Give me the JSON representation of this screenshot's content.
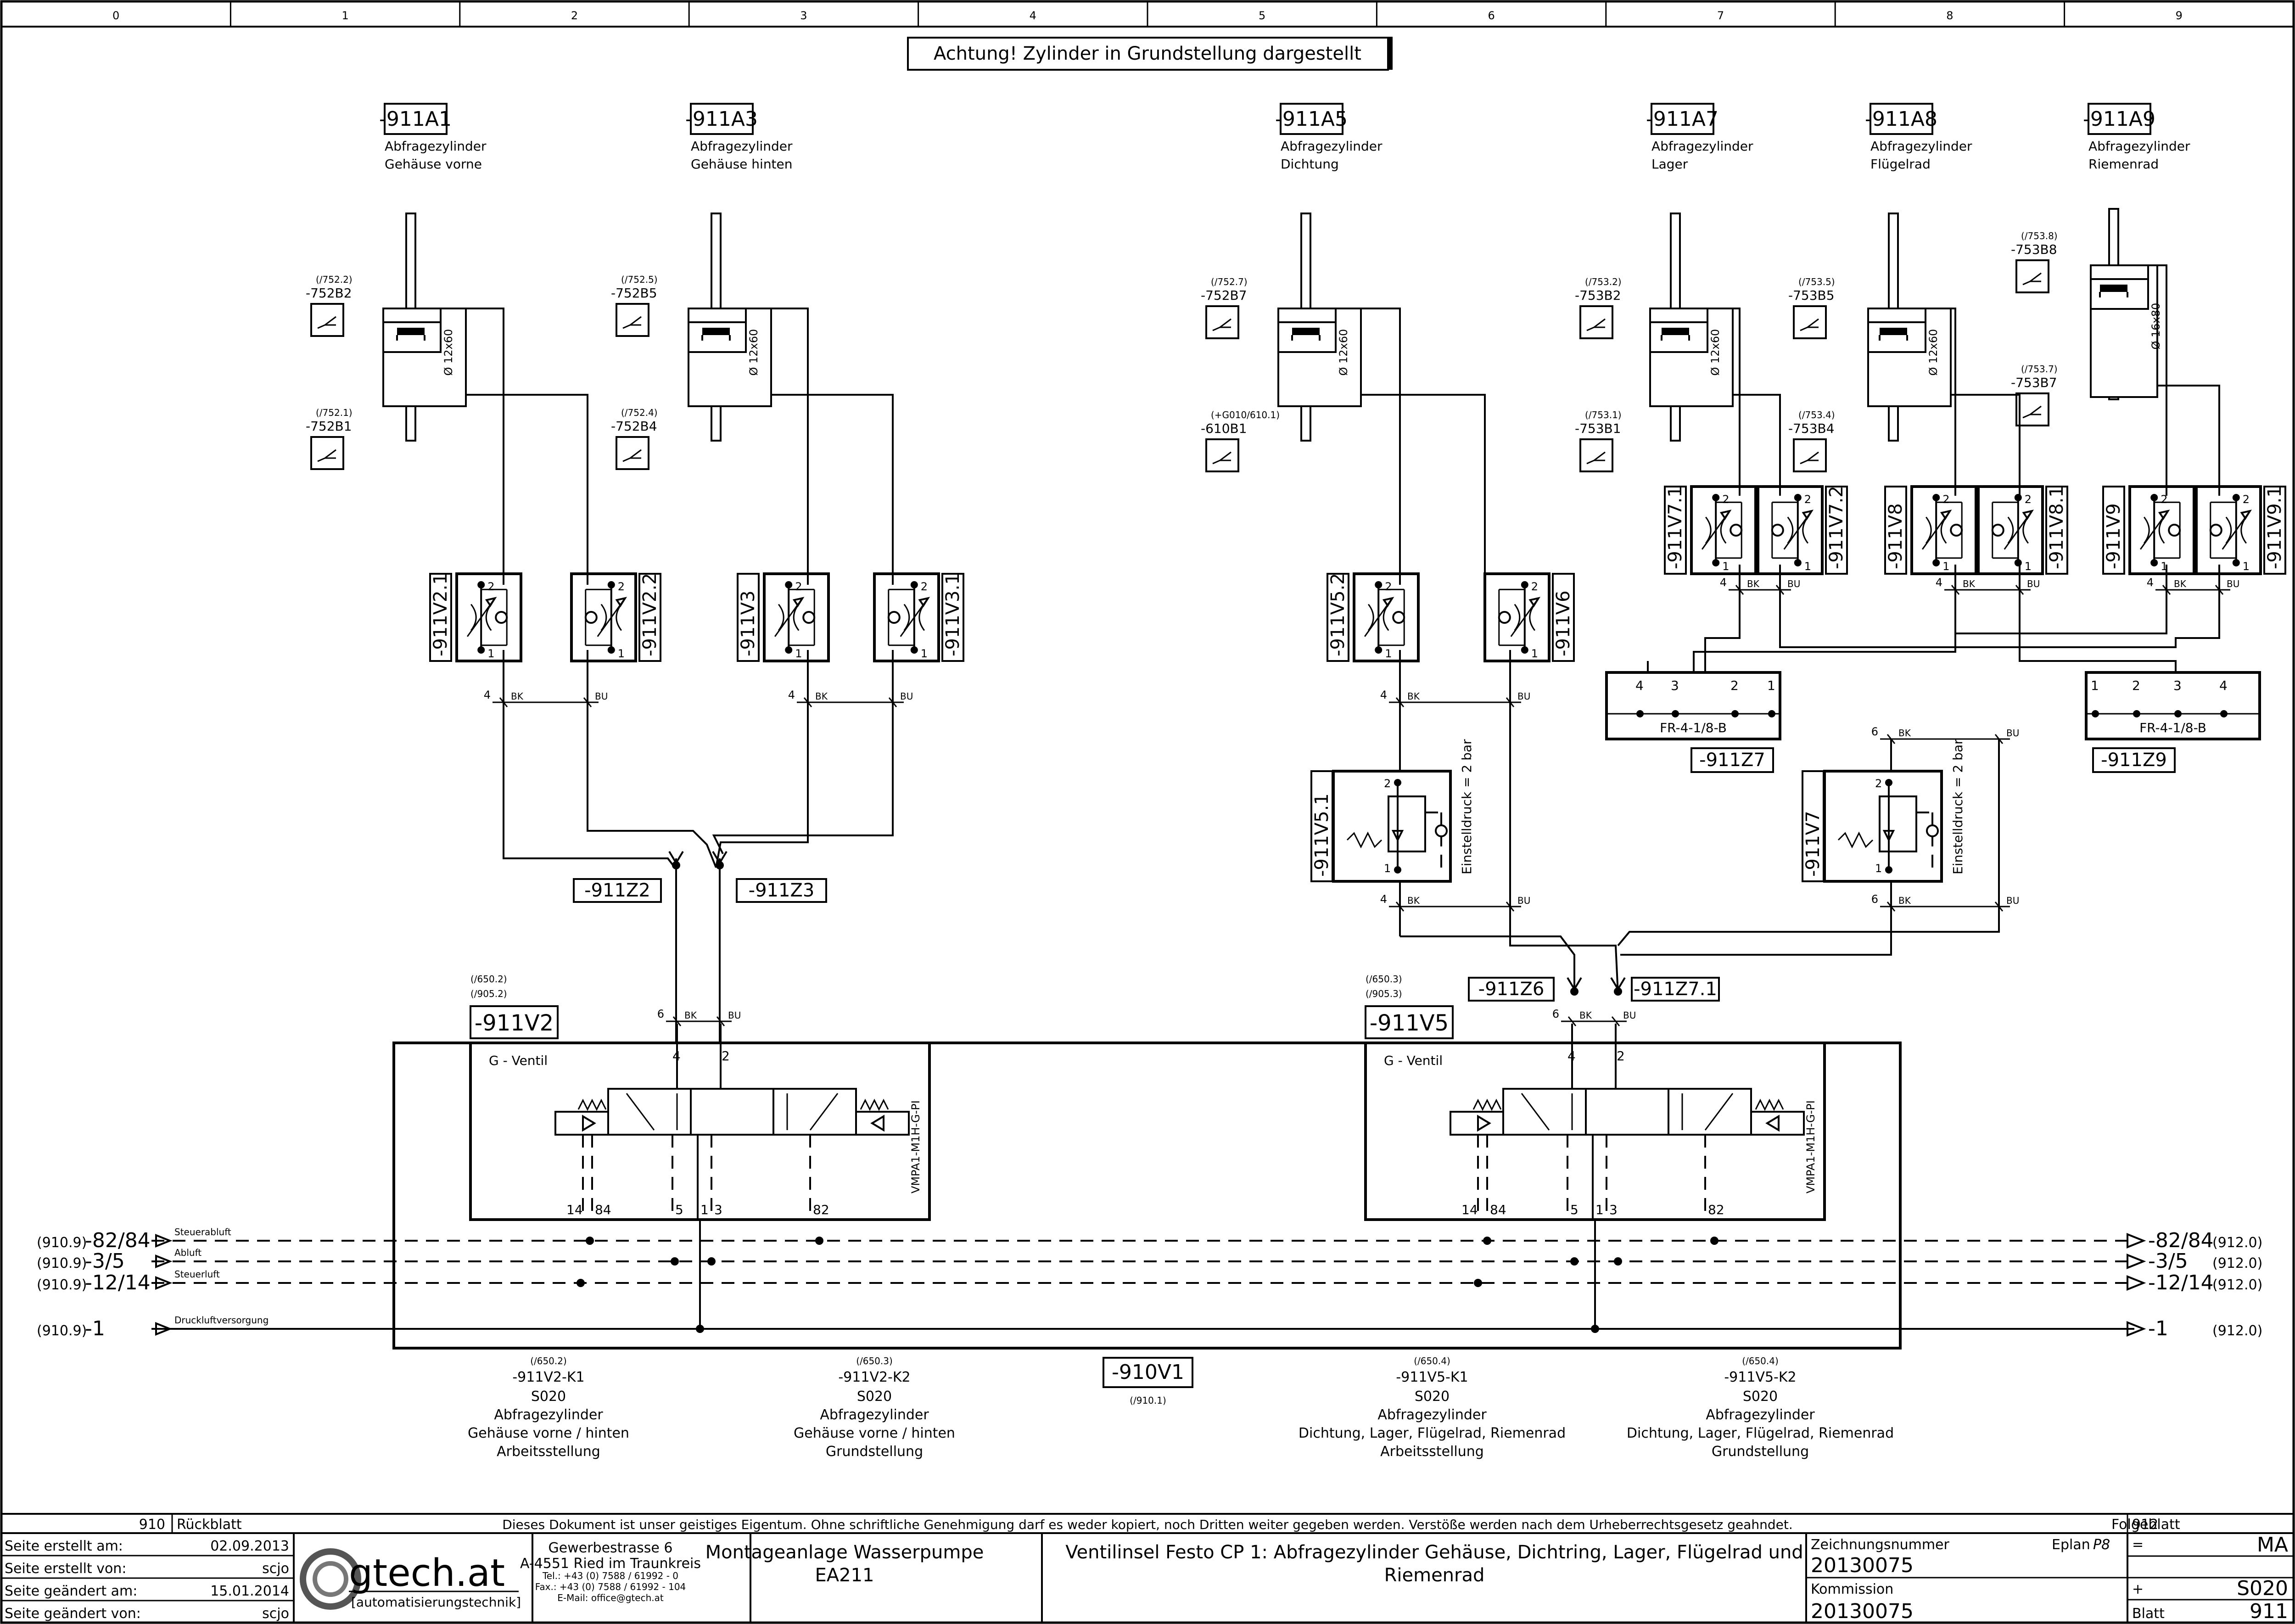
{
  "grid_columns": [
    "0",
    "1",
    "2",
    "3",
    "4",
    "5",
    "6",
    "7",
    "8",
    "9"
  ],
  "banner": "Achtung! Zylinder in Grundstellung dargestellt",
  "cylinders": [
    {
      "tag": "-911A1",
      "line1": "Abfragezylinder",
      "line2": "Gehäuse vorne",
      "dia": "Ø 12x60"
    },
    {
      "tag": "-911A3",
      "line1": "Abfragezylinder",
      "line2": "Gehäuse hinten",
      "dia": "Ø 12x60"
    },
    {
      "tag": "-911A5",
      "line1": "Abfragezylinder",
      "line2": "Dichtung",
      "dia": "Ø 12x60"
    },
    {
      "tag": "-911A7",
      "line1": "Abfragezylinder",
      "line2": "Lager",
      "dia": "Ø 12x60"
    },
    {
      "tag": "-911A8",
      "line1": "Abfragezylinder",
      "line2": "Flügelrad",
      "dia": "Ø 12x60"
    },
    {
      "tag": "-911A9",
      "line1": "Abfragezylinder",
      "line2": "Riemenrad",
      "dia": "Ø 16x80"
    }
  ],
  "sensors": [
    {
      "ref": "(/752.2)",
      "tag": "-752B2"
    },
    {
      "ref": "(/752.1)",
      "tag": "-752B1"
    },
    {
      "ref": "(/752.5)",
      "tag": "-752B5"
    },
    {
      "ref": "(/752.4)",
      "tag": "-752B4"
    },
    {
      "ref": "(/752.7)",
      "tag": "-752B7"
    },
    {
      "ref": "(+G010/610.1)",
      "tag": "-610B1"
    },
    {
      "ref": "(/753.2)",
      "tag": "-753B2"
    },
    {
      "ref": "(/753.1)",
      "tag": "-753B1"
    },
    {
      "ref": "(/753.5)",
      "tag": "-753B5"
    },
    {
      "ref": "(/753.4)",
      "tag": "-753B4"
    },
    {
      "ref": "(/753.8)",
      "tag": "-753B8"
    },
    {
      "ref": "(/753.7)",
      "tag": "-753B7"
    }
  ],
  "throttles": [
    "-911V2.1",
    "-911V2.2",
    "-911V3",
    "-911V3.1",
    "-911V5.2",
    "-911V6",
    "-911V7.1",
    "-911V7.2",
    "-911V8",
    "-911V8.1",
    "-911V9",
    "-911V9.1"
  ],
  "regulators": {
    "tags": [
      "-911V5.1",
      "-911V7"
    ],
    "setting": "Einstelldruck = 2 bar"
  },
  "manifolds": {
    "label": "FR-4-1/8-B",
    "tags": [
      "-911Z7",
      "-911Z9"
    ]
  },
  "junctions": [
    "-911Z2",
    "-911Z3",
    "-911Z6",
    "-911Z7.1"
  ],
  "ports": {
    "p4": "4",
    "p2": "2",
    "p1": "1",
    "p3": "3",
    "p6": "6",
    "bk": "BK",
    "bu": "BU",
    "p14": "14",
    "p84": "84",
    "p5": "5",
    "p82": "82"
  },
  "valves": [
    {
      "tag": "-911V2",
      "ref1": "(/650.2)",
      "ref2": "(/905.2)",
      "name": "G - Ventil",
      "type": "VMPA1-M1H-G-PI"
    },
    {
      "tag": "-911V5",
      "ref1": "(/650.3)",
      "ref2": "(/905.3)",
      "name": "G - Ventil",
      "type": "VMPA1-M1H-G-PI"
    }
  ],
  "island": {
    "tag": "-910V1",
    "ref": "(/910.1)"
  },
  "buses": [
    {
      "ref": "(910.9)",
      "name": "-82/84",
      "label": "Steuerabluft",
      "target": "(912.0)"
    },
    {
      "ref": "(910.9)",
      "name": "-3/5",
      "label": "Abluft",
      "target": "(912.0)"
    },
    {
      "ref": "(910.9)",
      "name": "-12/14",
      "label": "Steuerluft",
      "target": "(912.0)"
    },
    {
      "ref": "(910.9)",
      "name": "-1",
      "label": "Druckluftversorgung",
      "target": "(912.0)"
    }
  ],
  "coils": [
    {
      "ref": "(/650.2)",
      "tag": "-911V2-K1",
      "code": "S020",
      "l1": "Abfragezylinder",
      "l2": "Gehäuse vorne / hinten",
      "l3": "Arbeitsstellung"
    },
    {
      "ref": "(/650.3)",
      "tag": "-911V2-K2",
      "code": "S020",
      "l1": "Abfragezylinder",
      "l2": "Gehäuse vorne / hinten",
      "l3": "Grundstellung"
    },
    {
      "ref": "(/650.4)",
      "tag": "-911V5-K1",
      "code": "S020",
      "l1": "Abfragezylinder",
      "l2": "Dichtung, Lager, Flügelrad, Riemenrad",
      "l3": "Arbeitsstellung"
    },
    {
      "ref": "(/650.4)",
      "tag": "-911V5-K2",
      "code": "S020",
      "l1": "Abfragezylinder",
      "l2": "Dichtung, Lager, Flügelrad, Riemenrad",
      "l3": "Grundstellung"
    }
  ],
  "titleblock": {
    "prev_no": "910",
    "prev_label": "Rückblatt",
    "notice": "Dieses Dokument ist unser geistiges Eigentum. Ohne schriftliche Genehmigung darf es weder kopiert, noch Dritten weiter gegeben werden. Verstöße werden nach dem Urheberrechtsgesetz geahndet.",
    "next_label": "Folgeblatt",
    "next_no": "912",
    "rows": [
      {
        "label": "Seite erstellt am:",
        "value": "02.09.2013"
      },
      {
        "label": "Seite erstellt von:",
        "value": "scjo"
      },
      {
        "label": "Seite geändert am:",
        "value": "15.01.2014"
      },
      {
        "label": "Seite geändert von:",
        "value": "scjo"
      }
    ],
    "logo_text": "gtech.at",
    "logo_sub": "[automatisierungstechnik]",
    "address": [
      "Gewerbestrasse 6",
      "A-4551 Ried im Traunkreis",
      "Tel.: +43 (0) 7588 / 61992 - 0",
      "Fax.: +43 (0) 7588 / 61992 - 104",
      "E-Mail: office@gtech.at"
    ],
    "project": [
      "Montageanlage Wasserpumpe",
      "EA211"
    ],
    "description": "Ventilinsel Festo CP 1: Abfragezylinder Gehäuse, Dichtring, Lager, Flügelrad und Riemenrad",
    "drawing_label": "Zeichnungsnummer",
    "drawing_no": "20130075",
    "eplan": "Eplan",
    "eplan_ver": "P8",
    "commission_label": "Kommission",
    "commission_no": "20130075",
    "eq": "=",
    "eq_val": "MA",
    "plus": "+",
    "plus_val": "S020",
    "sheet_label": "Blatt",
    "sheet_no": "911"
  },
  "accent": "#000000"
}
